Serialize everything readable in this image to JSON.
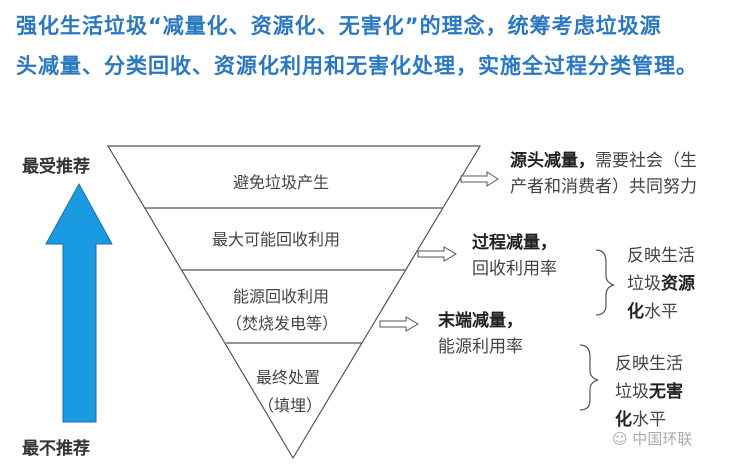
{
  "title": {
    "line1": "强化生活垃圾“减量化、资源化、无害化”的理念，统筹考虑垃圾源",
    "line2": "头减量、分类回收、资源化利用和无害化处理，实施全过程分类管理。"
  },
  "arrow": {
    "top_label": "最受推荐",
    "bottom_label": "最不推荐",
    "color": "#1a9ae0"
  },
  "pyramid": {
    "levels": [
      {
        "line1": "避免垃圾产生"
      },
      {
        "line1": "最大可能回收利用"
      },
      {
        "line1": "能源回收利用",
        "line2": "（焚烧发电等）"
      },
      {
        "line1": "最终处置",
        "line2": "（填埋）"
      }
    ]
  },
  "notes": {
    "source": {
      "bold": "源头减量，",
      "rest1": "需要社会（生",
      "rest2": "产者和消费者）共同努力"
    },
    "process": {
      "bold": "过程减量，",
      "rest": "回收利用率"
    },
    "end": {
      "bold": "末端减量，",
      "rest": "能源利用率"
    },
    "resource": {
      "l1": "反映生活",
      "l2a": "垃圾",
      "l2b": "资源",
      "l3a": "化",
      "l3b": "水平"
    },
    "harmless": {
      "l1": "反映生活",
      "l2a": "垃圾",
      "l2b": "无害",
      "l3a": "化",
      "l3b": "水平"
    }
  },
  "watermark": "中国环联"
}
